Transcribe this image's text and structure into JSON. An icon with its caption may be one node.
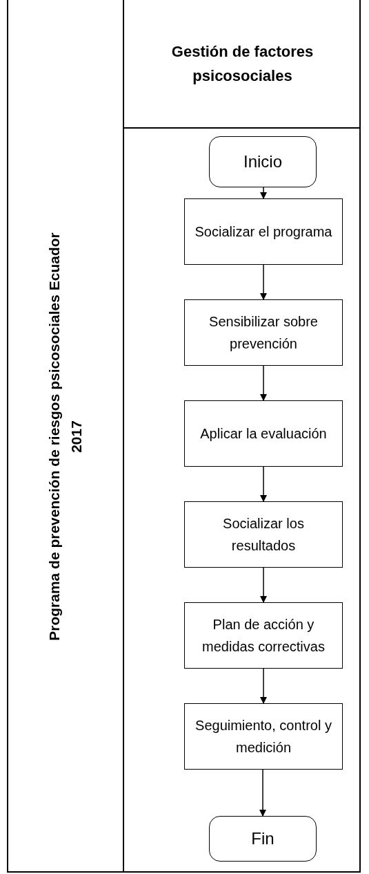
{
  "diagram": {
    "nodes": [
      {
        "text": [
          "Programa de prevención de riesgos psicosociales Ecuador 2017"
        ]
      },
      {
        "text": [
          "Gestión de factores psicosociales"
        ]
      },
      {
        "text": [
          "Inicio"
        ]
      },
      {
        "text": [
          "Socializar el programa"
        ]
      },
      {
        "text": [
          "Sensibilizar sobre prevención"
        ]
      },
      {
        "text": [
          "Aplicar la evaluación"
        ]
      },
      {
        "text": [
          "Socializar los resultados"
        ]
      },
      {
        "text": [
          "Plan de acción y medidas correctivas"
        ]
      },
      {
        "text": [
          "Seguimiento, control y medición"
        ]
      },
      {
        "text": [
          "Fin"
        ]
      }
    ],
    "edges": [
      {
        "from": 2,
        "to": 3,
        "arrow": "to"
      },
      {
        "from": 3,
        "to": 4,
        "arrow": "to"
      },
      {
        "from": 4,
        "to": 5,
        "arrow": "to"
      },
      {
        "from": 5,
        "to": 6,
        "arrow": "to"
      },
      {
        "from": 6,
        "to": 7,
        "arrow": "to"
      },
      {
        "from": 7,
        "to": 8,
        "arrow": "to"
      },
      {
        "from": 8,
        "to": 9,
        "arrow": "to"
      }
    ]
  }
}
